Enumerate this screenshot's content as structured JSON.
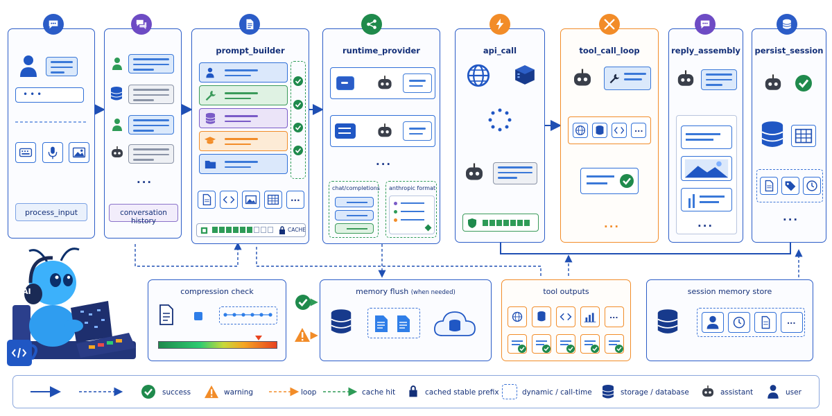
{
  "pipeline": {
    "process_input": "process_input",
    "conversation_history": "conversation history",
    "prompt_builder": "prompt_builder",
    "runtime_provider": "runtime_provider",
    "api_call": "api_call",
    "tool_call_loop": "tool_call_loop",
    "reply_assembly": "reply_assembly",
    "persist_session": "persist_session"
  },
  "prompt_builder": {
    "cache_label": "CACHE"
  },
  "runtime_provider": {
    "format_a": "chat/completions",
    "format_b": "anthropic format"
  },
  "bottom": {
    "compression_check": "compression check",
    "memory_flush": "memory flush",
    "memory_flush_note": "(when needed)",
    "tool_outputs": "tool outputs",
    "session_memory_store": "session memory store"
  },
  "mascot": {
    "badge": "AI"
  },
  "ellipsis": "...",
  "legend": {
    "success": "success",
    "warning": "warning",
    "loop": "loop",
    "cache_hit": "cache hit",
    "cached_stable_prefix": "cached stable prefix",
    "dynamic": "dynamic / call-time",
    "storage": "storage / database",
    "assistant": "assistant",
    "user": "user"
  },
  "colors": {
    "primary": "#2b5cc7",
    "orange": "#f28c28",
    "green": "#1f8a4c",
    "purple": "#6d4bc4"
  }
}
